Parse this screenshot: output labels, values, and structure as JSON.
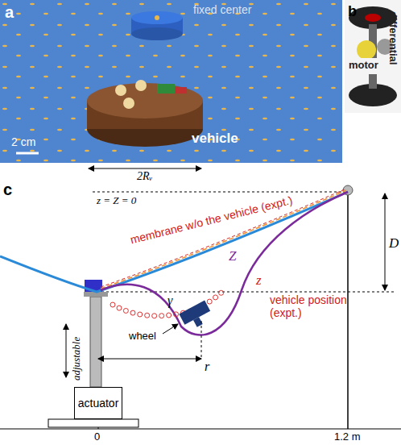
{
  "diagram": {
    "nodes": [
      {
        "text": [
          "actuator"
        ]
      }
    ],
    "labels": [
      "a",
      "fixed center",
      "2 cm",
      "vehicle",
      "2Rᵥ",
      "b",
      "motor",
      "differential",
      "c",
      "z = Z = 0",
      "D",
      "membrane w/o the vehicle (expt.)",
      "γ",
      "Z",
      "z",
      "vehicle position (expt.)",
      "adjustable",
      "wheel",
      "r",
      "0",
      "1.2 m"
    ]
  }
}
